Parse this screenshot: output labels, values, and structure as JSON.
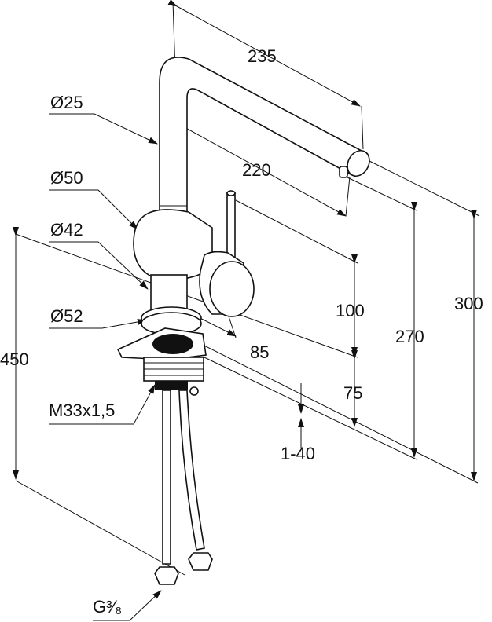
{
  "drawing": {
    "title": "Faucet dimension drawing",
    "dimensions": {
      "spout_reach_outer": "235",
      "spout_reach_inner": "220",
      "height_total": "300",
      "height_spout_outlet": "270",
      "handle_height": "100",
      "base_to_handle": "75",
      "handle_offset": "85",
      "overall_with_hoses": "450",
      "countertop_thickness": "1-40"
    },
    "diameters": {
      "spout": "Ø25",
      "body": "Ø50",
      "lower_body": "Ø42",
      "base": "Ø52"
    },
    "threads": {
      "mount": "M33x1,5",
      "hose": "G³⁄₈"
    }
  }
}
